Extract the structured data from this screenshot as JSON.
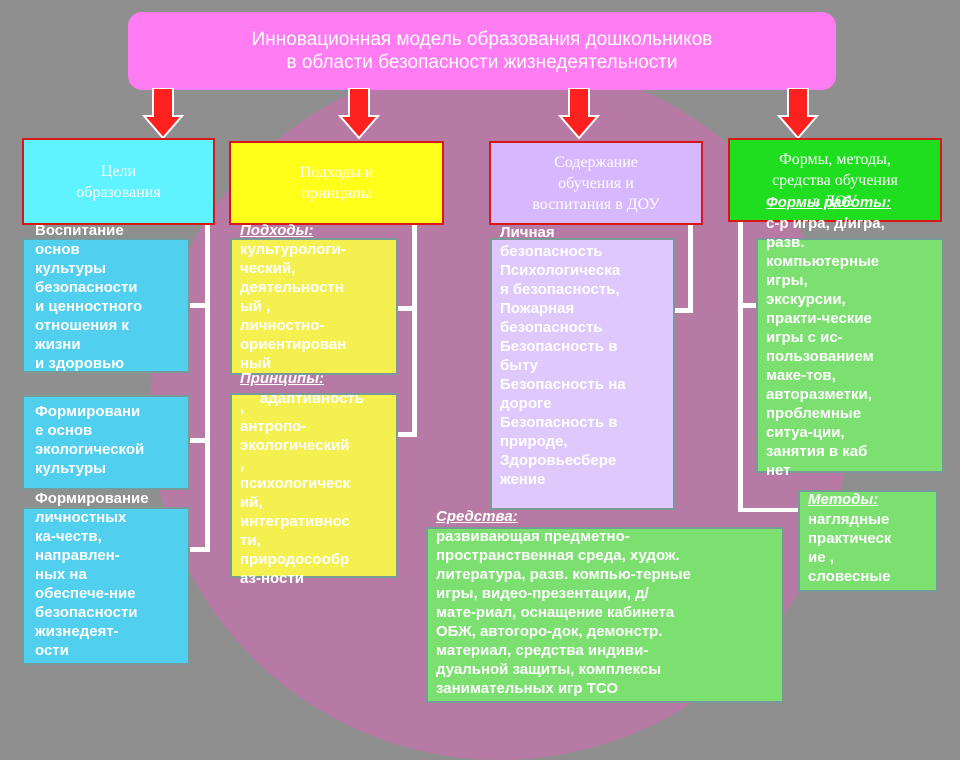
{
  "title": {
    "line1": "Инновационная модель образования дошкольников",
    "line2": "в области безопасности жизнедеятельности"
  },
  "columns": {
    "goals": {
      "header": "Цели\nобразования",
      "item1": "Воспитание\nоснов\nкультуры\nбезопасности\nи ценностного\nотношения к\nжизни\n и здоровью",
      "item2": "Формировани\nе основ\nэкологической\nкультуры",
      "item3": "Формирование\nличностных\nка-честв,\nнаправлен-\nных на\nобеспече-ние\nбезопасности\nжизнедеят-\nости"
    },
    "approaches": {
      "header": "Подходы  и\nпринципы",
      "approaches_label": "Подходы:",
      "approaches_text": "культурологи-\nческий,\nдеятельностн\nый ,\nличностно-\nориентирован\nный",
      "principles_label": "Принципы:",
      "principles_text": ",\nантропо-\nэкологический\n,\nпсихологическ\nий,\nинтегративнос\nти,\nприродосообр\nаз-ности",
      "principles_overlap": "адаптивность"
    },
    "content": {
      "header": "Содержание\nобучения и\nвоспитания в ДОУ",
      "items": "Личная\nбезопасность\nПсихологическа\nя безопасность,\nПожарная\nбезопасность\nБезопасность в\nбыту\nБезопасность на\nдороге\nБезопасность в\nприроде,\nЗдоровьесбере\nжение"
    },
    "forms": {
      "header": "Формы, методы,\nсредства обучения\nв ДОУ",
      "forms_label": "Формы работы:",
      "forms_text": "с-р игра, д/игра,\nразв.\nкомпьютерные\nигры,\nэкскурсии,\nпракти-ческие\nигры    с    ис-\nпользованием\nмаке-тов,\nавторазметки,\nпроблемные\nситуа-ции,\nзанятия    в    каб\nнет",
      "methods_label": "Методы:",
      "methods_text": "наглядные\nпрактическ\nие ,\nсловесные"
    }
  },
  "means": {
    "label": "Средства:",
    "text": "развивающая предметно-\nпространственная среда, худож.\nлитература, разв. компью-терные\nигры, видео-презентации, д/\nмате-риал, оснащение кабинета\nОБЖ, автогоро-док, демонстр.\nматериал, средства индиви-\nдуальной защиты, комплексы\nзанимательных игр  ТСО"
  },
  "colors": {
    "background": "#8f8f8f",
    "blob": "#b77aa4",
    "title": "#ff7cf3",
    "goals": "#5ff3ff",
    "approaches": "#ffff1a",
    "content": "#d7b8ff",
    "forms": "#1fdd1f",
    "goals_box": "#51cfee",
    "approaches_box": "#f4f050",
    "content_box": "#dfc8fb",
    "forms_box": "#7ce070",
    "arrow": "#ff2020"
  }
}
